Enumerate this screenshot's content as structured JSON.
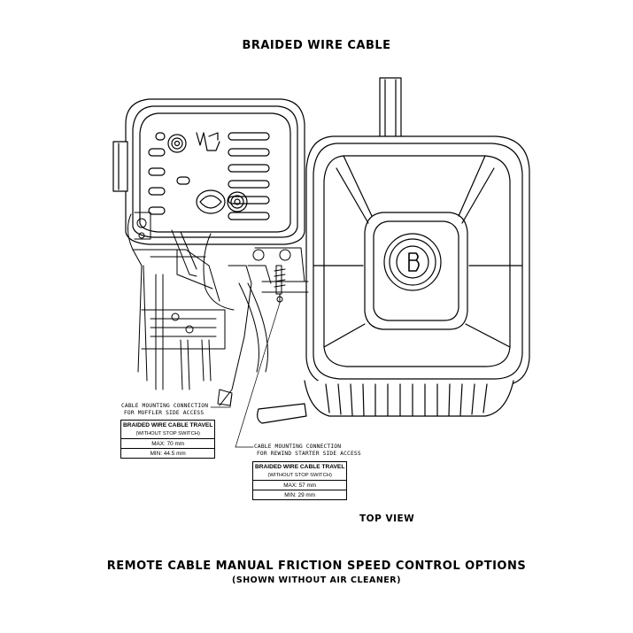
{
  "titles": {
    "top": "BRAIDED WIRE CABLE",
    "view": "TOP VIEW",
    "bottom": "REMOTE CABLE MANUAL FRICTION SPEED CONTROL OPTIONS",
    "bottom_sub": "(SHOWN WITHOUT AIR CLEANER)"
  },
  "callouts": {
    "muffler": {
      "line1": "CABLE MOUNTING CONNECTION",
      "line2": "FOR MUFFLER SIDE ACCESS",
      "table_title": "BRAIDED WIRE CABLE TRAVEL",
      "table_sub": "(WITHOUT STOP SWITCH)",
      "max": "MAX: 70 mm",
      "min": "MIN: 44.5 mm"
    },
    "rewind": {
      "line1": "CABLE MOUNTING CONNECTION",
      "line2": "FOR REWIND STARTER SIDE ACCESS",
      "table_title": "BRAIDED WIRE CABLE TRAVEL",
      "table_sub": "(WITHOUT STOP SWITCH)",
      "max": "MAX: 57 mm",
      "min": "MIN: 29 mm"
    }
  }
}
